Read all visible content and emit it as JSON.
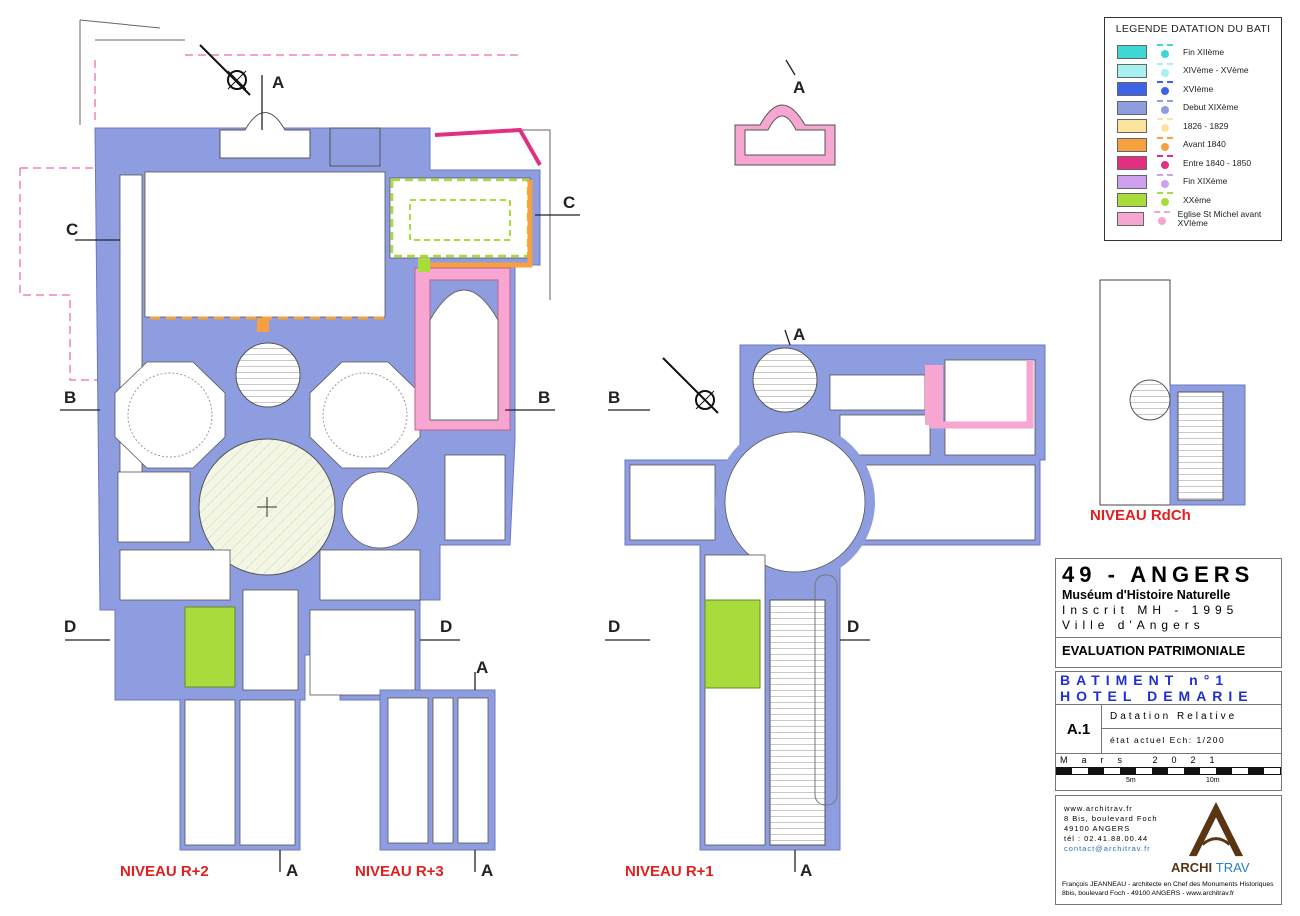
{
  "legend": {
    "title": "LEGENDE DATATION DU BATI",
    "items": [
      {
        "label": "Fin XIIème",
        "color": "#3fd6d6"
      },
      {
        "label": "XIVème - XVème",
        "color": "#a6f0f0"
      },
      {
        "label": "XVIème",
        "color": "#3f63e6"
      },
      {
        "label": "Debut XIXème",
        "color": "#8e9ce0"
      },
      {
        "label": "1826 - 1829",
        "color": "#fde3a0"
      },
      {
        "label": "Avant 1840",
        "color": "#f6a040"
      },
      {
        "label": "Entre 1840 - 1850",
        "color": "#e0307f"
      },
      {
        "label": "Fin XIXème",
        "color": "#cfa0f0"
      },
      {
        "label": "XXème",
        "color": "#a8dc3c"
      },
      {
        "label": "Eglise St Michel avant XVIème",
        "color": "#f6a6d0"
      }
    ]
  },
  "sections": {
    "a": "A",
    "b": "B",
    "c": "C",
    "d": "D"
  },
  "levels": {
    "r2": "NIVEAU R+2",
    "r3": "NIVEAU R+3",
    "r1": "NIVEAU R+1",
    "rdch": "NIVEAU RdCh"
  },
  "title_block": {
    "place": "49 - ANGERS",
    "museum": "Muséum d'Histoire Naturelle",
    "listed": "Inscrit MH - 1995",
    "owner": "Ville d'Angers",
    "study": "EVALUATION PATRIMONIALE",
    "building_no": "BATIMENT n°1",
    "building_name": "HOTEL DEMARIE",
    "sheet": "A.1",
    "sheet_title": "Datation Relative",
    "state_scale": "état actuel Ech: 1/200",
    "date": "Mars 2021",
    "scale_5": "5m",
    "scale_10": "10m"
  },
  "office": {
    "web": "www.architrav.fr",
    "street": "8 Bis, boulevard Foch",
    "city": "49100 ANGERS",
    "phone": "tél : 02.41.88.00.44",
    "email": "contact@architrav.fr",
    "logo_a": "ARCHI",
    "logo_b": "TRAV",
    "footer1": "François JEANNEAU - architecte en Chef des Monuments Historiques",
    "footer2": "8bis, boulevard Foch - 49100 ANGERS - www.architrav.fr"
  },
  "colors": {
    "wall": "#8e9ce0",
    "pink": "#f6a6d0",
    "green": "#a8dc3c",
    "orange": "#f6a040",
    "magenta": "#e0307f"
  }
}
